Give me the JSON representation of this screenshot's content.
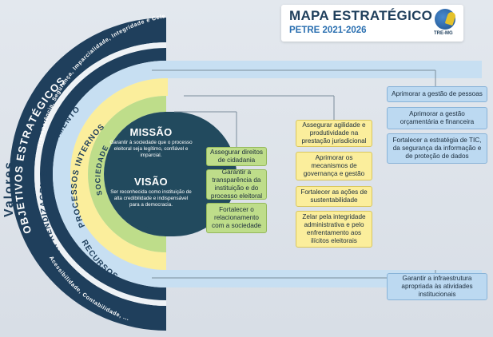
{
  "header": {
    "title": "MAPA ESTRATÉGICO",
    "subtitle": "PETRE 2021-2026",
    "logo_text": "TRE-MG"
  },
  "rings": {
    "valores_label": "Valores",
    "valores_text": "Transparência, Segurança, Imparcialidade, Integridade e Celeridade",
    "valores_text_bottom": "Acessibilidade, Contabilidade, ...",
    "objetivos": "OBJETIVOS ESTRATÉGICOS",
    "aprendizagem": "APRENDIZAGEM E CRESCIMENTO",
    "recursos": "RECURSOS",
    "processos": "PROCESSOS INTERNOS",
    "sociedade": "SOCIEDADE"
  },
  "center": {
    "missao_title": "MISSÃO",
    "missao_text": "Garantir à sociedade que o processo eleitoral seja legítimo, confiável e imparcial.",
    "visao_title": "VISÃO",
    "visao_text": "Ser reconhecida como instituição de alta credibilidade e indispensável para a democracia."
  },
  "sociedade_objectives": [
    "Assegurar direitos de cidadania",
    "Garantir a transparência da instituição e do processo eleitoral",
    "Fortalecer o relacionamento com a sociedade"
  ],
  "processos_objectives": [
    "Assegurar agilidade e produtividade na prestação jurisdicional",
    "Aprimorar os mecanismos de governança e gestão",
    "Fortalecer as ações de sustentabilidade",
    "Zelar pela integridade administrativa e pelo enfrentamento aos ilícitos eleitorais"
  ],
  "aprendizagem_objectives": [
    "Aprimorar a gestão de pessoas",
    "Aprimorar a gestão orçamentária e financeira",
    "Fortalecer a estratégia de TIC, da segurança da informação e de proteção de dados"
  ],
  "recursos_objectives": [
    "Garantir a infraestrutura apropriada às atividades institucionais"
  ],
  "colors": {
    "navy": "#1f3f5c",
    "ring_blue_light": "#c7dff2",
    "ring_yellow": "#fbee9c",
    "ring_green": "#bedd8a",
    "center_dark": "#224a5e"
  }
}
